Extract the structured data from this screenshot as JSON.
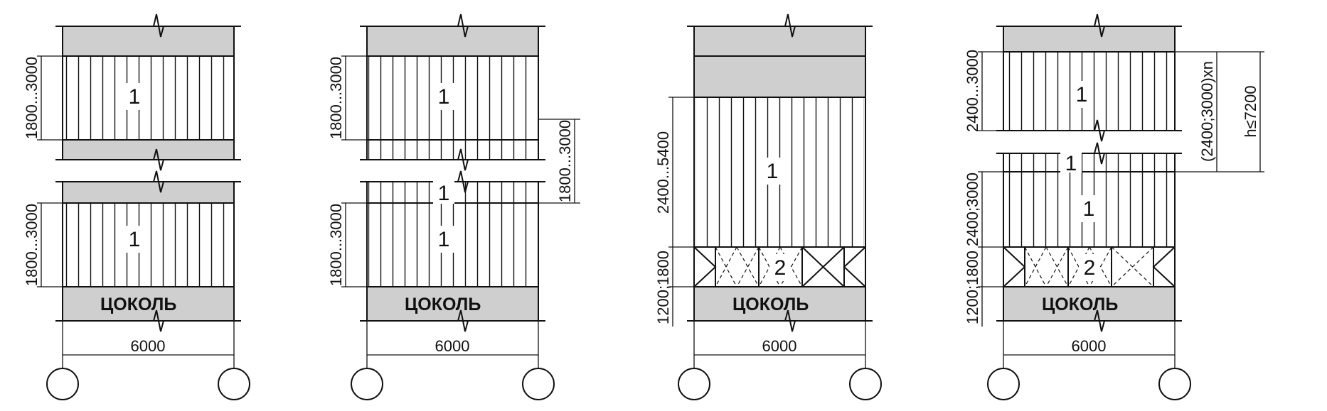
{
  "colors": {
    "band": "#cfcfcf",
    "line": "#111111",
    "paper": "#ffffff"
  },
  "labels": {
    "panel_type_1": "1",
    "panel_type_2": "2",
    "plinth": "ЦОКОЛЬ",
    "span": "6000"
  },
  "dims": {
    "h_1800_3000": "1800...3000",
    "h_2400_5400": "2400...5400",
    "h_1200_1800": "1200;1800",
    "h_2400_3000_dots": "2400...3000",
    "h_2400_3000_semi": "2400;3000",
    "h_2400_3000_xn": "(2400;3000)xn",
    "h_max": "h≤7200"
  }
}
